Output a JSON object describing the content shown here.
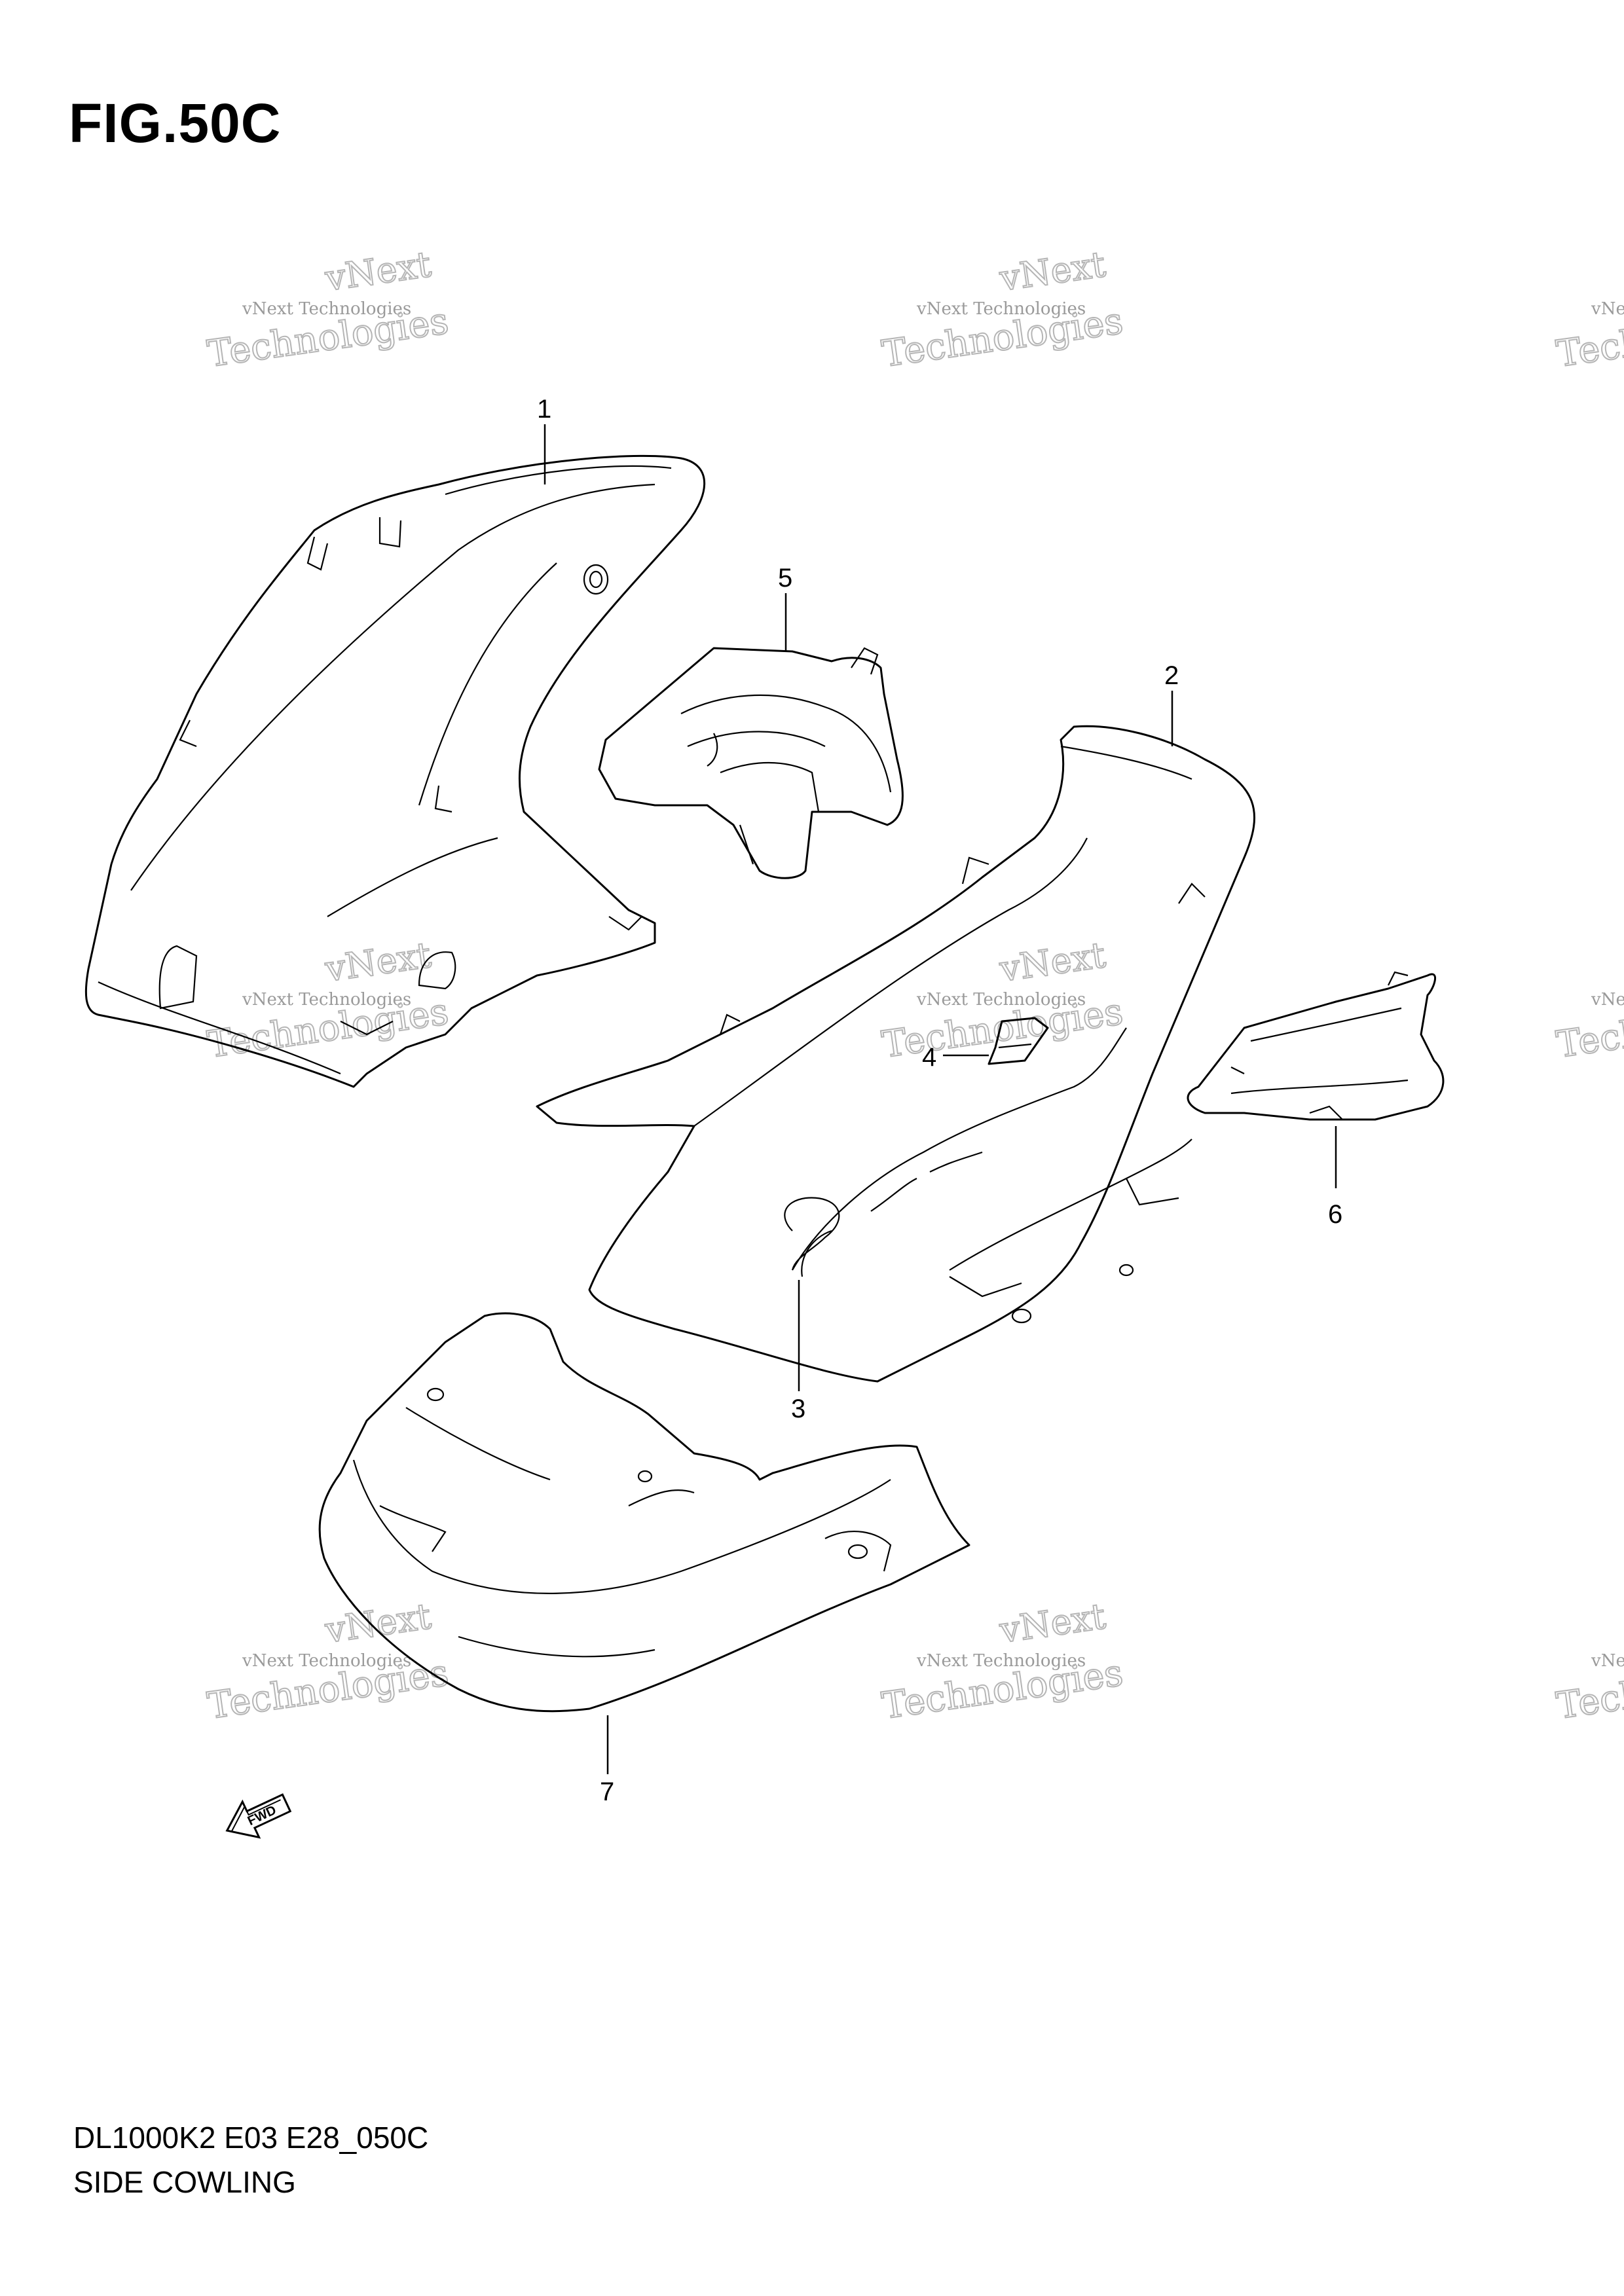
{
  "figure": {
    "title": "FIG.50C",
    "model_code": "DL1000K2 E03 E28_050C",
    "name": "SIDE COWLING"
  },
  "callouts": [
    "1",
    "2",
    "3",
    "4",
    "5",
    "6",
    "7"
  ],
  "direction_arrow": {
    "label": "FWD",
    "icon": "forward-arrow-icon"
  },
  "watermark": {
    "line1": "vNext Technologies",
    "line2": "vNext",
    "line3": "Technologies"
  },
  "colors": {
    "line": "#000000",
    "watermark": "#9a9a9a",
    "background": "#ffffff"
  }
}
